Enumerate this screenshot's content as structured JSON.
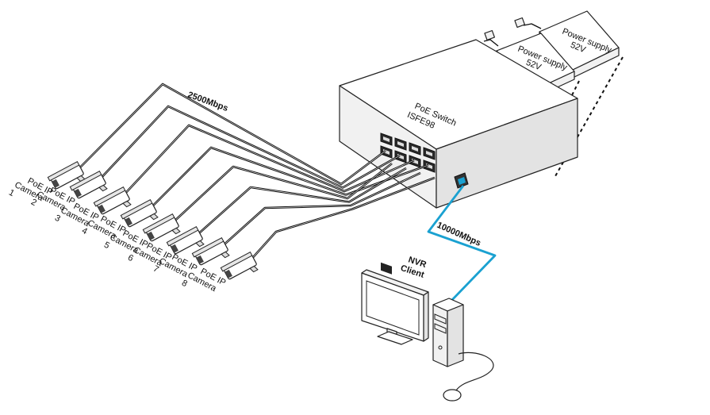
{
  "switch": {
    "line1": "PoE Switch",
    "line2": "ISFE98"
  },
  "power_supplies": [
    {
      "line1": "Power supply",
      "line2": "52V"
    },
    {
      "line1": "Power supply",
      "line2": "52V"
    }
  ],
  "links": {
    "camera_link_speed": "2500Mbps",
    "uplink_speed": "10000Mbps"
  },
  "nvr": {
    "line1": "NVR",
    "line2": "Client"
  },
  "cameras": [
    {
      "l1": "PoE IP",
      "l2": "Camera",
      "l3": "1"
    },
    {
      "l1": "PoE IP",
      "l2": "Camera",
      "l3": "2"
    },
    {
      "l1": "PoE IP",
      "l2": "Camera",
      "l3": "3"
    },
    {
      "l1": "PoE IP",
      "l2": "Camera",
      "l3": "4"
    },
    {
      "l1": "PoE IP",
      "l2": "Camera",
      "l3": "5"
    },
    {
      "l1": "PoE IP",
      "l2": "Camera",
      "l3": "6"
    },
    {
      "l1": "PoE IP",
      "l2": "Camera",
      "l3": "7"
    },
    {
      "l1": "PoE IP",
      "l2": "Camera",
      "l3": "8"
    }
  ],
  "colors": {
    "fiber": "#1aa1d1",
    "cable": "#111111"
  }
}
